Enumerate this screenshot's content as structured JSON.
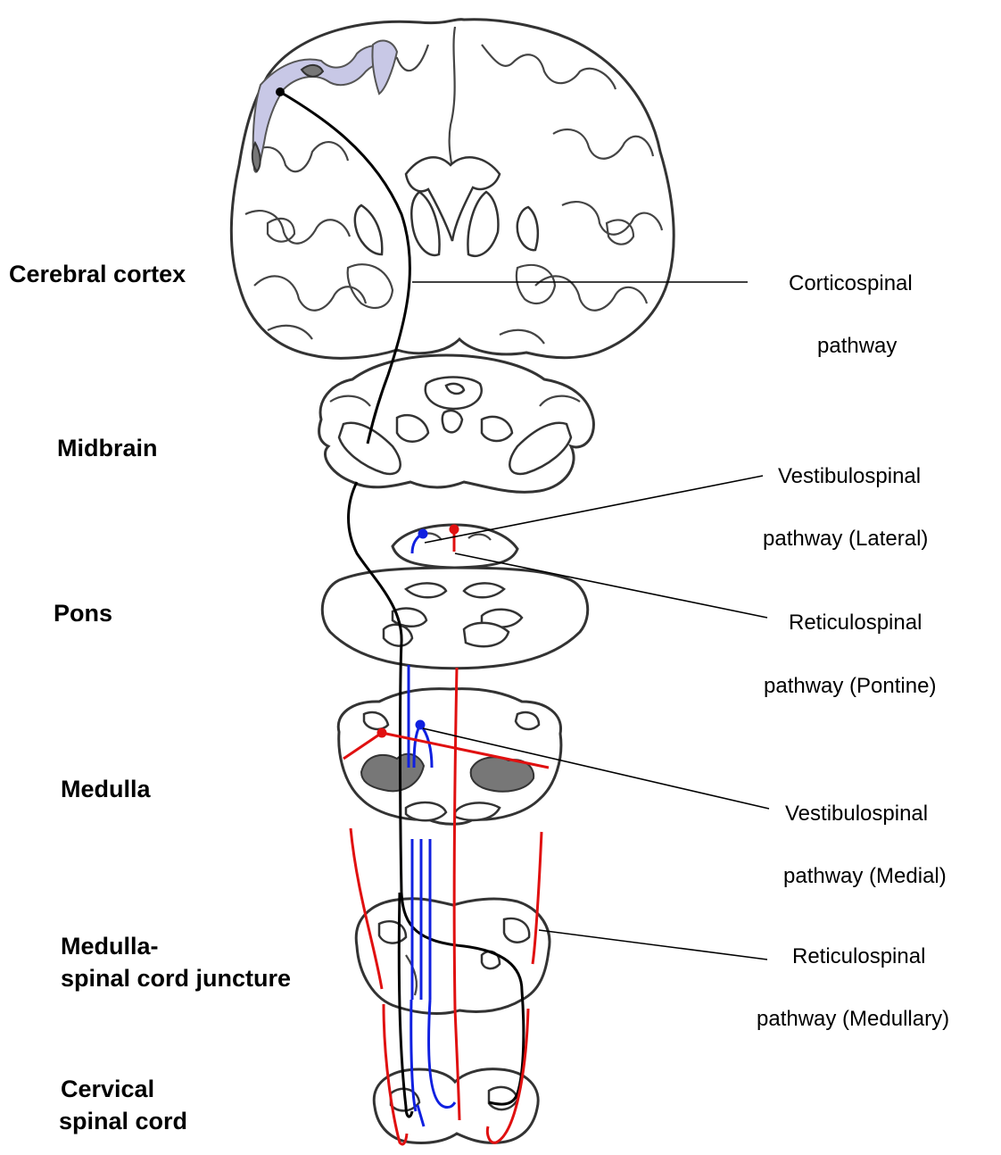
{
  "levels": {
    "cortex": "Cerebral cortex",
    "midbrain": "Midbrain",
    "pons": "Pons",
    "medulla": "Medulla",
    "juncture_line1": "Medulla-",
    "juncture_line2": "spinal cord juncture",
    "cervical_line1": "Cervical",
    "cervical_line2": "spinal cord"
  },
  "pathways": {
    "corticospinal_line1": "Corticospinal",
    "corticospinal_line2": "pathway",
    "vest_lat_line1": "Vestibulospinal",
    "vest_lat_line2": "pathway (Lateral)",
    "retic_pont_line1": "Reticulospinal",
    "retic_pont_line2": "pathway (Pontine)",
    "vest_med_line1": "Vestibulospinal",
    "vest_med_line2": "pathway (Medial)",
    "retic_med_line1": "Reticulospinal",
    "retic_med_line2": "pathway (Medullary)"
  },
  "colors": {
    "corticospinal": "#000000",
    "reticulospinal": "#e01010",
    "vestibulospinal": "#1020e0",
    "motor_cortex_highlight": "#c8c8e6"
  }
}
